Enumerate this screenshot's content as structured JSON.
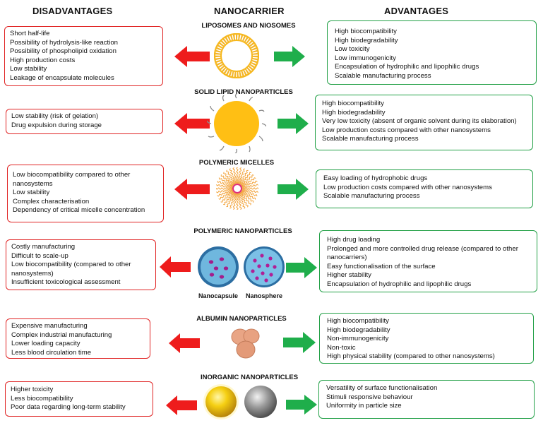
{
  "headers": {
    "disadvantages": "DISADVANTAGES",
    "nanocarrier": "NANOCARRIER",
    "advantages": "ADVANTAGES"
  },
  "carriers": [
    {
      "title": "LIPOSOMES AND NIOSOMES",
      "disadvantages": [
        "Short half-life",
        "Possibility of hydrolysis-like reaction",
        "Possibility of phospholipid oxidation",
        "High production costs",
        "Low stability",
        "Leakage of encapsulate molecules"
      ],
      "advantages": [
        "High biocompatibility",
        "High biodegradability",
        "Low toxicity",
        "Low immunogenicity",
        "Encapsulation  of hydrophilic and lipophilic drugs",
        "Scalable manufacturing process"
      ]
    },
    {
      "title": "SOLID LIPID NANOPARTICLES",
      "disadvantages": [
        "Low stability (risk of gelation)",
        "Drug expulsion during storage"
      ],
      "advantages": [
        "High biocompatibility",
        "High biodegradability",
        "Very low toxicity (absent of organic solvent during its elaboration)",
        "Low production costs compared with other nanosystems",
        "Scalable manufacturing process"
      ]
    },
    {
      "title": "POLYMERIC MICELLES",
      "disadvantages": [
        "Low biocompatibility compared to other nanosystems",
        "Low stability",
        "Complex characterisation",
        "Dependency of critical micelle concentration"
      ],
      "advantages": [
        "Easy loading of hydrophobic drugs",
        "Low production costs compared with other nanosystems",
        "Scalable manufacturing process"
      ]
    },
    {
      "title": "POLYMERIC NANOPARTICLES",
      "captions": [
        "Nanocapsule",
        "Nanosphere"
      ],
      "disadvantages": [
        "Costly manufacturing",
        "Difficult to scale-up",
        "Low biocompatibility (compared to other nanosystems)",
        "Insufficient toxicological assessment"
      ],
      "advantages": [
        "High drug loading",
        "Prolonged and more controlled  drug release (compared to other nanocarriers)",
        "Easy functionalisation of the surface",
        "Higher stability",
        "Encapsulation  of hydrophilic and lipophilic drugs"
      ]
    },
    {
      "title": "ALBUMIN  NANOPARTICLES",
      "disadvantages": [
        "Expensive manufacturing",
        "Complex  industrial manufacturing",
        "Lower loading capacity",
        "Less blood circulation time"
      ],
      "advantages": [
        "High biocompatibility",
        "High biodegradability",
        "Non-immunogenicity",
        "Non-toxic",
        "High physical stability (compared to other nanosystems)"
      ]
    },
    {
      "title": "INORGANIC  NANOPARTICLES",
      "disadvantages": [
        "Higher toxicity",
        "Less biocompatibility",
        "Poor data regarding long-term stability"
      ],
      "advantages": [
        "Versatility of surface functionalisation",
        "Stimuli responsive behaviour",
        "Uniformity in particle size"
      ]
    }
  ],
  "colors": {
    "disadvantage": "#e02424",
    "advantage": "#22a046",
    "red_arrow": "#ee1c1c",
    "green_arrow": "#1fae4b"
  }
}
